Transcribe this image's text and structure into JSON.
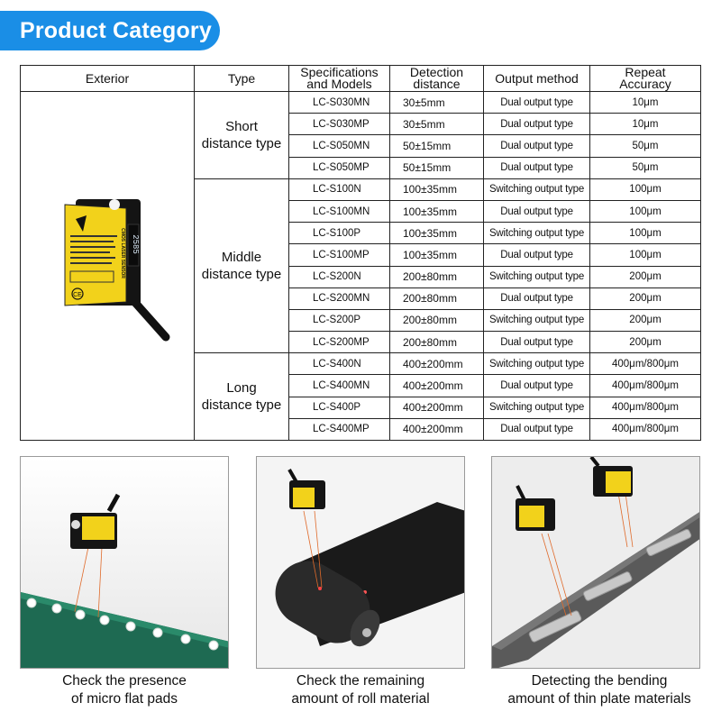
{
  "header": {
    "title": "Product Category"
  },
  "table": {
    "headers": {
      "exterior": "Exterior",
      "type": "Type",
      "spec_l1": "Specifications",
      "spec_l2": "and Models",
      "det_l1": "Detection",
      "det_l2": "distance",
      "output": "Output method",
      "acc_l1": "Repeat",
      "acc_l2": "Accuracy"
    },
    "groups": [
      {
        "l1": "Short",
        "l2": "distance type"
      },
      {
        "l1": "Middle",
        "l2": "distance type"
      },
      {
        "l1": "Long",
        "l2": "distance type"
      }
    ],
    "rows": [
      {
        "model": "LC-S030MN",
        "distance": "30±5mm",
        "output": "Dual output type",
        "accuracy": "10μm"
      },
      {
        "model": "LC-S030MP",
        "distance": "30±5mm",
        "output": "Dual output type",
        "accuracy": "10μm"
      },
      {
        "model": "LC-S050MN",
        "distance": "50±15mm",
        "output": "Dual output type",
        "accuracy": "50μm"
      },
      {
        "model": "LC-S050MP",
        "distance": "50±15mm",
        "output": "Dual output type",
        "accuracy": "50μm"
      },
      {
        "model": "LC-S100N",
        "distance": "100±35mm",
        "output": "Switching output type",
        "accuracy": "100μm"
      },
      {
        "model": "LC-S100MN",
        "distance": "100±35mm",
        "output": "Dual output type",
        "accuracy": "100μm"
      },
      {
        "model": "LC-S100P",
        "distance": "100±35mm",
        "output": "Switching output type",
        "accuracy": "100μm"
      },
      {
        "model": "LC-S100MP",
        "distance": "100±35mm",
        "output": "Dual output type",
        "accuracy": "100μm"
      },
      {
        "model": "LC-S200N",
        "distance": "200±80mm",
        "output": "Switching output type",
        "accuracy": "200μm"
      },
      {
        "model": "LC-S200MN",
        "distance": "200±80mm",
        "output": "Dual output type",
        "accuracy": "200μm"
      },
      {
        "model": "LC-S200P",
        "distance": "200±80mm",
        "output": "Switching output type",
        "accuracy": "200μm"
      },
      {
        "model": "LC-S200MP",
        "distance": "200±80mm",
        "output": "Dual output type",
        "accuracy": "200μm"
      },
      {
        "model": "LC-S400N",
        "distance": "400±200mm",
        "output": "Switching output type",
        "accuracy": "400μm/800μm"
      },
      {
        "model": "LC-S400MN",
        "distance": "400±200mm",
        "output": "Dual output type",
        "accuracy": "400μm/800μm"
      },
      {
        "model": "LC-S400P",
        "distance": "400±200mm",
        "output": "Switching output type",
        "accuracy": "400μm/800μm"
      },
      {
        "model": "LC-S400MP",
        "distance": "400±200mm",
        "output": "Dual output type",
        "accuracy": "400μm/800μm"
      }
    ]
  },
  "sensor_label": {
    "line1": "CMOS LASER SENSOR",
    "display": "2585",
    "ce": "CE"
  },
  "photos": [
    {
      "l1": "Check the presence",
      "l2": "of micro flat pads"
    },
    {
      "l1": "Check the remaining",
      "l2": "amount of roll material"
    },
    {
      "l1": "Detecting the bending",
      "l2": "amount of thin plate materials"
    }
  ],
  "colors": {
    "accent": "#1a8ee6",
    "sensor_yellow": "#f2d21b",
    "pcb_green": "#1e6a52"
  }
}
